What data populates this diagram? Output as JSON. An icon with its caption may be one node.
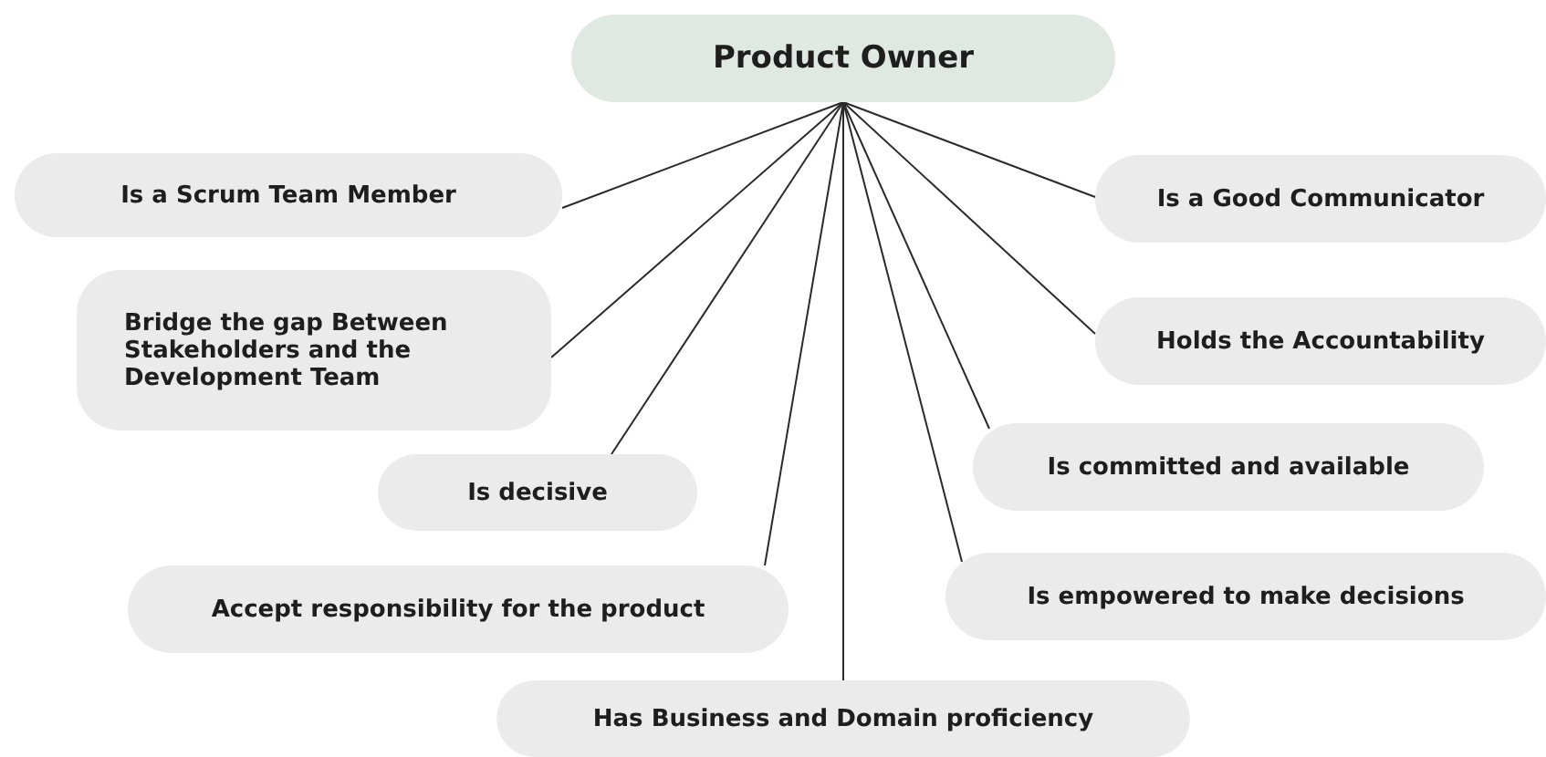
{
  "diagram": {
    "nodes": [
      {
        "text": [
          "Product Owner"
        ]
      },
      {
        "text": [
          "Is a Scrum Team Member"
        ]
      },
      {
        "text": [
          "Bridge the gap Between Stakeholders and the Development Team"
        ]
      },
      {
        "text": [
          "Is decisive"
        ]
      },
      {
        "text": [
          "Accept responsibility for the product"
        ]
      },
      {
        "text": [
          "Has Business and Domain proficiency"
        ]
      },
      {
        "text": [
          "Is a Good Communicator"
        ]
      },
      {
        "text": [
          "Holds the Accountability"
        ]
      },
      {
        "text": [
          "Is committed and available"
        ]
      },
      {
        "text": [
          "Is empowered to make decisions"
        ]
      }
    ],
    "edges": [
      {
        "from": 0,
        "to": 1,
        "arrow": "none"
      },
      {
        "from": 0,
        "to": 2,
        "arrow": "none"
      },
      {
        "from": 0,
        "to": 3,
        "arrow": "none"
      },
      {
        "from": 0,
        "to": 4,
        "arrow": "none"
      },
      {
        "from": 0,
        "to": 5,
        "arrow": "none"
      },
      {
        "from": 0,
        "to": 6,
        "arrow": "none"
      },
      {
        "from": 0,
        "to": 7,
        "arrow": "none"
      },
      {
        "from": 0,
        "to": 8,
        "arrow": "none"
      },
      {
        "from": 0,
        "to": 9,
        "arrow": "none"
      }
    ]
  }
}
